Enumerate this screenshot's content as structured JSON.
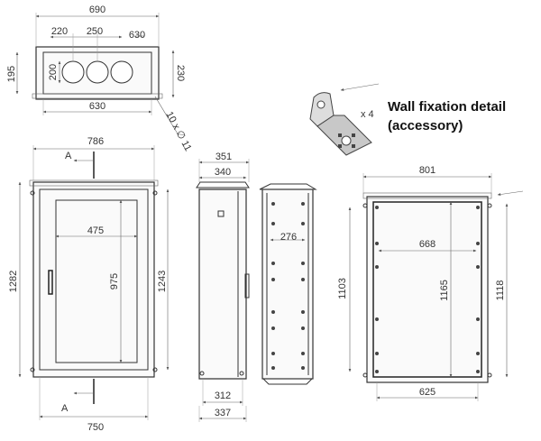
{
  "top_view": {
    "width_overall": "690",
    "spacing_left": "220",
    "spacing_mid": "250",
    "depth_right": "630",
    "depth_left": "195",
    "hole_dia": "200",
    "height_right": "230",
    "width_bottom": "630",
    "fixing_holes": "10 x ∅ 11"
  },
  "front_view": {
    "width_top": "786",
    "section_label_top": "A",
    "section_label_bottom": "A",
    "height_overall": "1282",
    "glass_width": "475",
    "glass_height": "975",
    "height_inner": "1243",
    "width_bottom": "750"
  },
  "side_view": {
    "width_top_outer": "351",
    "width_top_inner": "340",
    "width_bottom_inner": "312",
    "width_bottom_outer": "337"
  },
  "section_view": {
    "inner_width": "276"
  },
  "rear_view": {
    "width_top": "801",
    "inner_width": "668",
    "height_left": "1103",
    "height_inner": "1165",
    "height_right": "1118",
    "width_bottom": "625"
  },
  "accessory": {
    "quantity": "x 4",
    "title_line1": "Wall fixation detail",
    "title_line2": "(accessory)"
  },
  "colors": {
    "line": "#333333",
    "dimension": "#666666",
    "background": "#ffffff"
  }
}
